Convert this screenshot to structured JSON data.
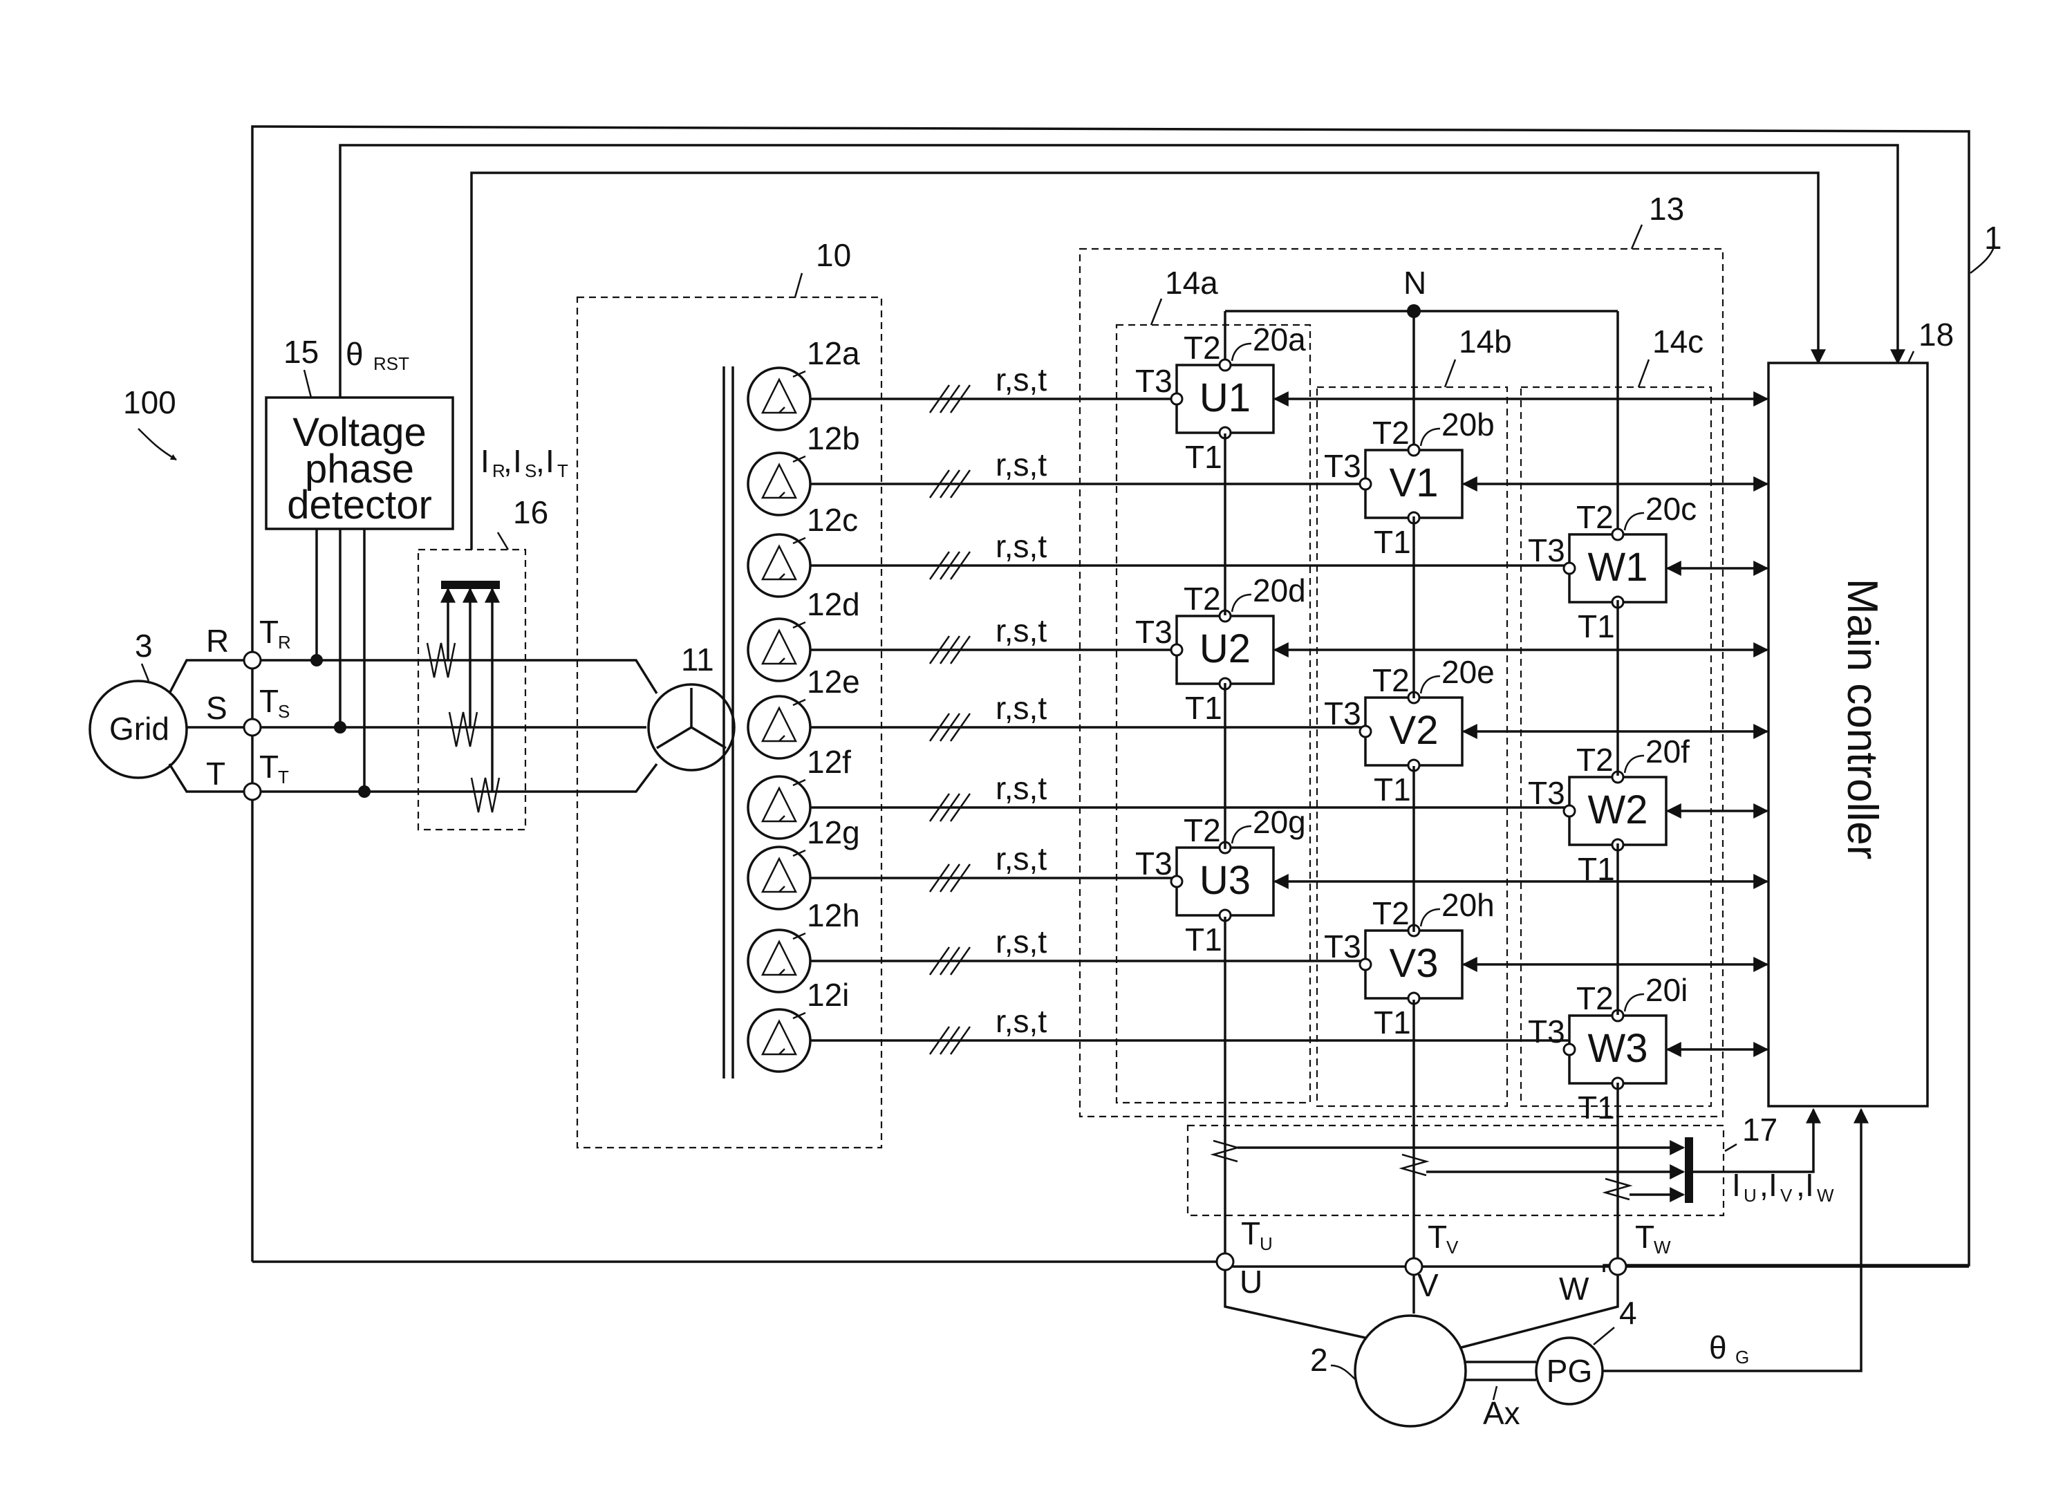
{
  "labels": {
    "system_ref": "100",
    "converter_ref": "1",
    "grid_ref": "3",
    "grid": "Grid",
    "phase_r": "R",
    "phase_s": "S",
    "phase_t": "T",
    "tr": "T",
    "tr_sub": "R",
    "ts": "T",
    "ts_sub": "S",
    "tt": "T",
    "tt_sub": "T",
    "vpd_ref": "15",
    "vpd_l1": "Voltage",
    "vpd_l2": "phase",
    "vpd_l3": "detector",
    "theta_rst": "θ",
    "theta_rst_sub": "RST",
    "irst": "I",
    "irst_r": "R",
    "irst_s": "S",
    "irst_t": "T",
    "ct16_ref": "16",
    "transformer_ref": "10",
    "primary_ref": "11",
    "power_cells_ref": "13",
    "group_a_ref": "14a",
    "group_b_ref": "14b",
    "group_c_ref": "14c",
    "neutral": "N",
    "main_ref": "18",
    "main_controller": "Main controller",
    "ct17_ref": "17",
    "iuvw": "I",
    "iuvw_u": "U",
    "iuvw_v": "V",
    "iuvw_w": "W",
    "tu": "T",
    "tu_sub": "U",
    "tv": "T",
    "tv_sub": "V",
    "tw": "T",
    "tw_sub": "W",
    "out_u": "U",
    "out_v": "V",
    "out_w": "W",
    "motor_ref": "2",
    "pg_ref": "4",
    "pg": "PG",
    "shaft": "Ax",
    "theta_g": "θ",
    "theta_g_sub": "G",
    "rst": "r,s,t",
    "t1": "T1",
    "t2": "T2",
    "t3": "T3"
  },
  "secondaries": [
    "12a",
    "12b",
    "12c",
    "12d",
    "12e",
    "12f",
    "12g",
    "12h",
    "12i"
  ],
  "cells": [
    {
      "name": "U1",
      "ref": "20a"
    },
    {
      "name": "V1",
      "ref": "20b"
    },
    {
      "name": "W1",
      "ref": "20c"
    },
    {
      "name": "U2",
      "ref": "20d"
    },
    {
      "name": "V2",
      "ref": "20e"
    },
    {
      "name": "W2",
      "ref": "20f"
    },
    {
      "name": "U3",
      "ref": "20g"
    },
    {
      "name": "V3",
      "ref": "20h"
    },
    {
      "name": "W3",
      "ref": "20i"
    }
  ]
}
